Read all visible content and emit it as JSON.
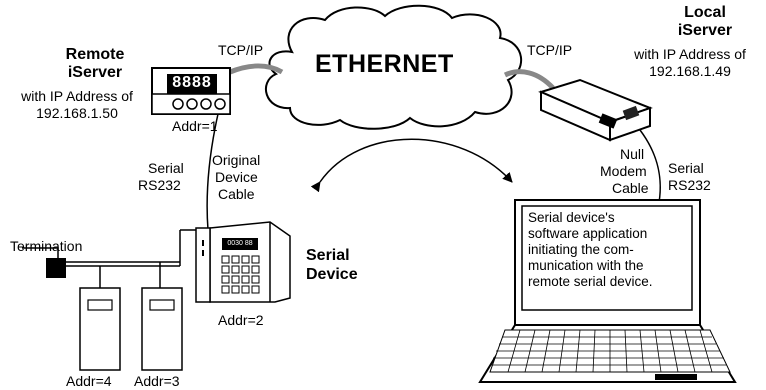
{
  "cloud": {
    "label": "ETHERNET"
  },
  "remote_server": {
    "title_line1": "Remote",
    "title_line2": "iServer",
    "desc_line1": "with IP Address of",
    "desc_line2": "192.168.1.50",
    "tcp_label": "TCP/IP",
    "addr_label": "Addr=1",
    "display_digits": "8888"
  },
  "local_server": {
    "title_line1": "Local",
    "title_line2": "iServer",
    "desc_line1": "with IP Address of",
    "desc_line2": "192.168.1.49",
    "tcp_label": "TCP/IP"
  },
  "remote_link": {
    "serial_line1": "Serial",
    "serial_line2": "RS232",
    "cable_line1": "Original",
    "cable_line2": "Device",
    "cable_line3": "Cable"
  },
  "local_link": {
    "cable_line1": "Null",
    "cable_line2": "Modem",
    "cable_line3": "Cable",
    "serial_line1": "Serial",
    "serial_line2": "RS232"
  },
  "serial_device": {
    "title_line1": "Serial",
    "title_line2": "Device",
    "addr_label": "Addr=2",
    "display_digits": "0030 88"
  },
  "bus": {
    "termination_label": "Termination",
    "device4_addr": "Addr=4",
    "device3_addr": "Addr=3"
  },
  "laptop_screen": {
    "lines": [
      "Serial device's",
      "software application",
      "initiating the com-",
      "munication with the",
      "remote serial device."
    ]
  }
}
